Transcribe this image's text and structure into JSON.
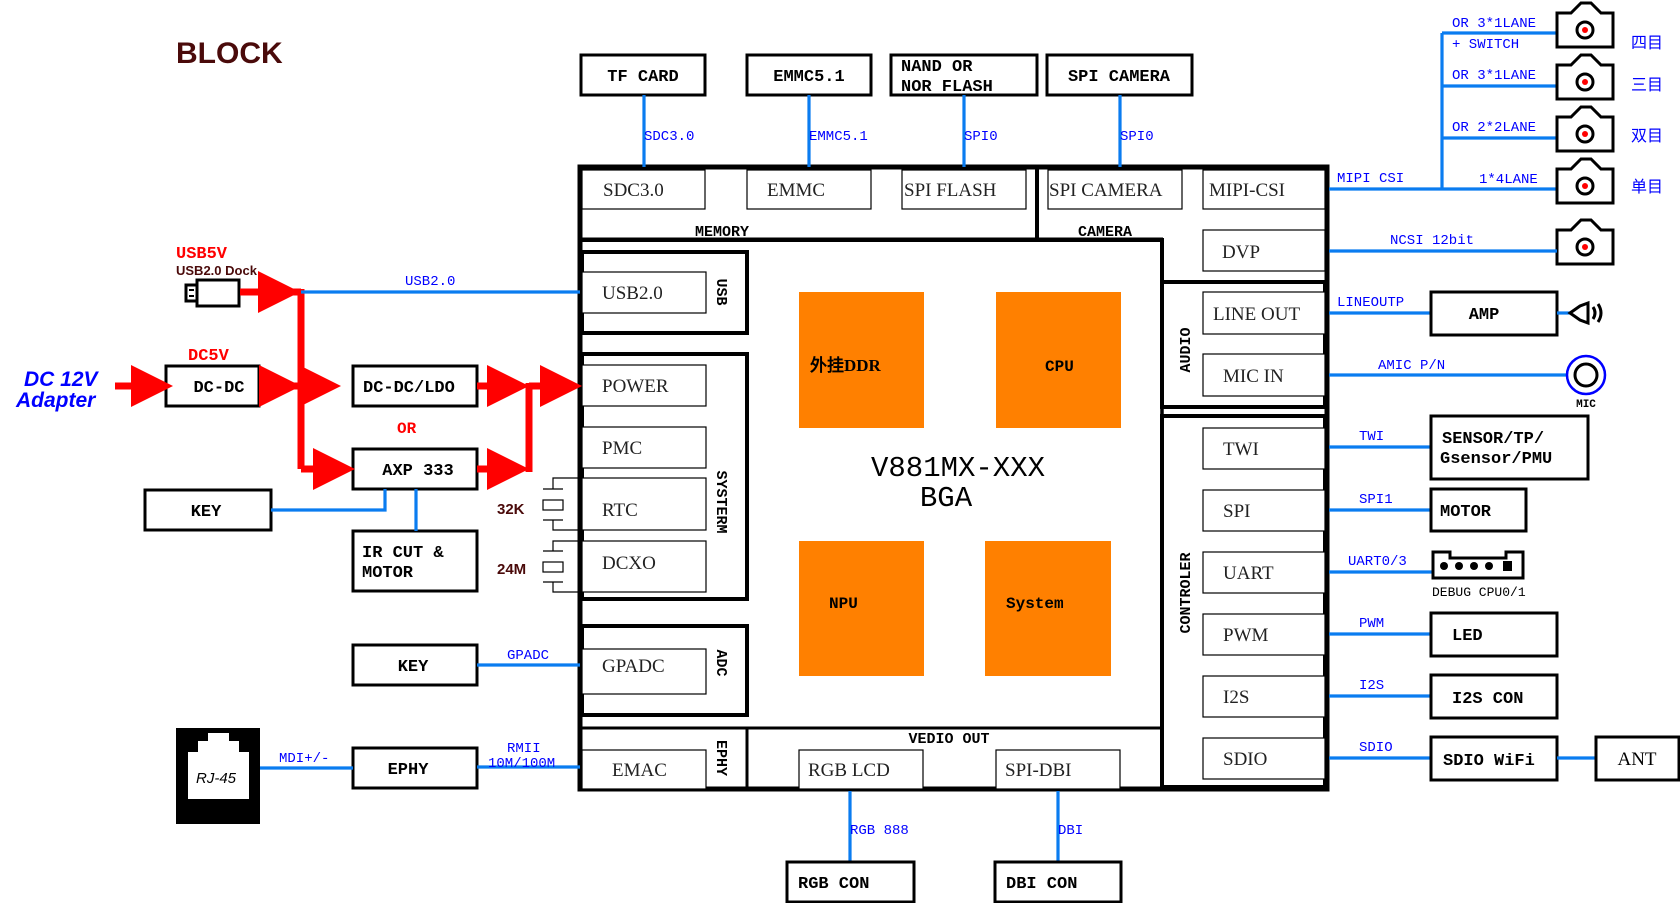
{
  "title": "BLOCK",
  "colors": {
    "title": "#4a0a0a",
    "signal_wire": "#0a7cf0",
    "signal_label": "#0000ff",
    "power": "#ff0000",
    "core_block": "#ff8000",
    "crystal_label": "#4a0a0a"
  },
  "chip": {
    "name": "V881MX-XXX",
    "package": "BGA",
    "core_blocks": [
      "外挂DDR",
      "CPU",
      "NPU",
      "System"
    ]
  },
  "groups": {
    "memory": "MEMORY",
    "camera": "CAMERA",
    "usb": "USB",
    "system": "SYSTERM",
    "adc": "ADC",
    "ephy": "EPHY",
    "vedio_out": "VEDIO OUT",
    "audio": "AUDIO",
    "controller": "CONTROLER"
  },
  "interfaces": {
    "sdc": "SDC3.0",
    "emmc": "EMMC",
    "spi_flash": "SPI FLASH",
    "spi_camera": "SPI CAMERA",
    "mipi_csi": "MIPI-CSI",
    "dvp": "DVP",
    "usb2": "USB2.0",
    "power": "POWER",
    "pmc": "PMC",
    "rtc": "RTC",
    "dcxo": "DCXO",
    "gpadc": "GPADC",
    "emac": "EMAC",
    "rgb_lcd": "RGB LCD",
    "spi_dbi": "SPI-DBI",
    "line_out": "LINE OUT",
    "mic_in": "MIC IN",
    "twi": "TWI",
    "spi": "SPI",
    "uart": "UART",
    "pwm": "PWM",
    "i2s": "I2S",
    "sdio": "SDIO"
  },
  "external": {
    "tf_card": "TF CARD",
    "emmc51": "EMMC5.1",
    "nand_line1": "NAND OR",
    "nand_line2": "NOR FLASH",
    "spi_camera": "SPI CAMERA",
    "dcdc": "DC-DC",
    "dcdc_ldo": "DC-DC/LDO",
    "axp": "AXP 333",
    "key1": "KEY",
    "ircut_line1": "IR CUT &",
    "ircut_line2": "MOTOR",
    "key2": "KEY",
    "ephy": "EPHY",
    "rj45": "RJ-45",
    "rgb_con": "RGB CON",
    "dbi_con": "DBI CON",
    "amp": "AMP",
    "mic": "MIC",
    "sensor_line1": "SENSOR/TP/",
    "sensor_line2": "Gsensor/PMU",
    "motor": "MOTOR",
    "debug": "DEBUG CPU0/1",
    "led": "LED",
    "i2s_con": "I2S CON",
    "sdio_wifi": "SDIO WiFi",
    "ant": "ANT"
  },
  "signals": {
    "sdc30": "SDC3.0",
    "emmc51": "EMMC5.1",
    "spi0_a": "SPI0",
    "spi0_b": "SPI0",
    "usb20": "USB2.0",
    "gpadc": "GPADC",
    "rmii_line1": "RMII",
    "rmii_line2": "10M/100M",
    "mdi": "MDI+/-",
    "rgb888": "RGB 888",
    "dbi": "DBI",
    "mipi_csi": "MIPI CSI",
    "ncsi": "NCSI 12bit",
    "lineoutp": "LINEOUTP",
    "amic": "AMIC P/N",
    "twi": "TWI",
    "spi1": "SPI1",
    "uart03": "UART0/3",
    "pwm": "PWM",
    "i2s": "I2S",
    "sdio": "SDIO"
  },
  "power": {
    "usb5v": "USB5V",
    "usb_dock": "USB2.0 Dock",
    "dc5v": "DC5V",
    "dc12v_line1": "DC 12V",
    "dc12v_line2": "Adapter",
    "or": "OR"
  },
  "crystals": [
    "32K",
    "24M"
  ],
  "cameras": [
    {
      "lane": "OR 3*1LANE",
      "lane2": "+ SWITCH",
      "label": "四目"
    },
    {
      "lane": "OR 3*1LANE",
      "label": "三目"
    },
    {
      "lane": "OR 2*2LANE",
      "label": "双目"
    },
    {
      "lane": "1*4LANE",
      "label": "单目"
    }
  ]
}
